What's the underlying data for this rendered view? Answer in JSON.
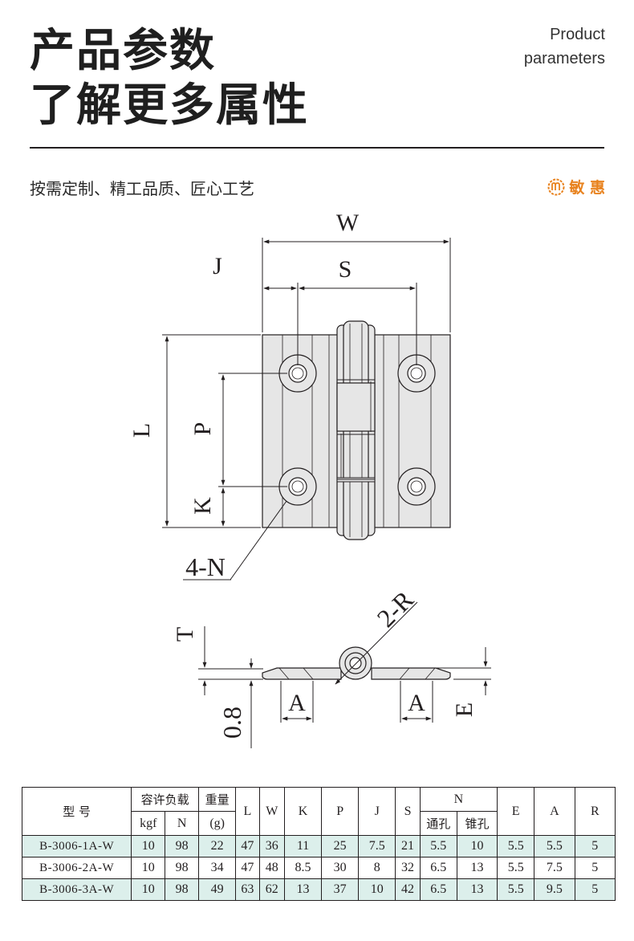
{
  "header": {
    "title_line1": "产品参数",
    "title_line2": "了解更多属性",
    "title_en_line1": "Product",
    "title_en_line2": "parameters",
    "subtitle": "按需定制、精工品质、匠心工艺",
    "brand_name": "敏 惠",
    "brand_color": "#e8821e"
  },
  "drawing": {
    "labels": {
      "W": "W",
      "J": "J",
      "S": "S",
      "L": "L",
      "P": "P",
      "K": "K",
      "N": "4-N",
      "R": "2-R",
      "T": "T",
      "A1": "A",
      "A2": "A",
      "E": "E",
      "thickness": "0.8"
    }
  },
  "table": {
    "headers": {
      "model": "型 号",
      "load": "容许负载",
      "weight": "重量",
      "kgf": "kgf",
      "newton": "N",
      "gram": "(g)",
      "L": "L",
      "W": "W",
      "K": "K",
      "P": "P",
      "J": "J",
      "S": "S",
      "N": "N",
      "through_hole": "通孔",
      "countersunk": "锥孔",
      "E": "E",
      "A": "A",
      "R": "R"
    },
    "rows": [
      [
        "B-3006-1A-W",
        "10",
        "98",
        "22",
        "47",
        "36",
        "11",
        "25",
        "7.5",
        "21",
        "5.5",
        "10",
        "5.5",
        "5.5",
        "5"
      ],
      [
        "B-3006-2A-W",
        "10",
        "98",
        "34",
        "47",
        "48",
        "8.5",
        "30",
        "8",
        "32",
        "6.5",
        "13",
        "5.5",
        "7.5",
        "5"
      ],
      [
        "B-3006-3A-W",
        "10",
        "98",
        "49",
        "63",
        "62",
        "13",
        "37",
        "10",
        "42",
        "6.5",
        "13",
        "5.5",
        "9.5",
        "5"
      ]
    ],
    "shade_color": "#dcefeb"
  }
}
